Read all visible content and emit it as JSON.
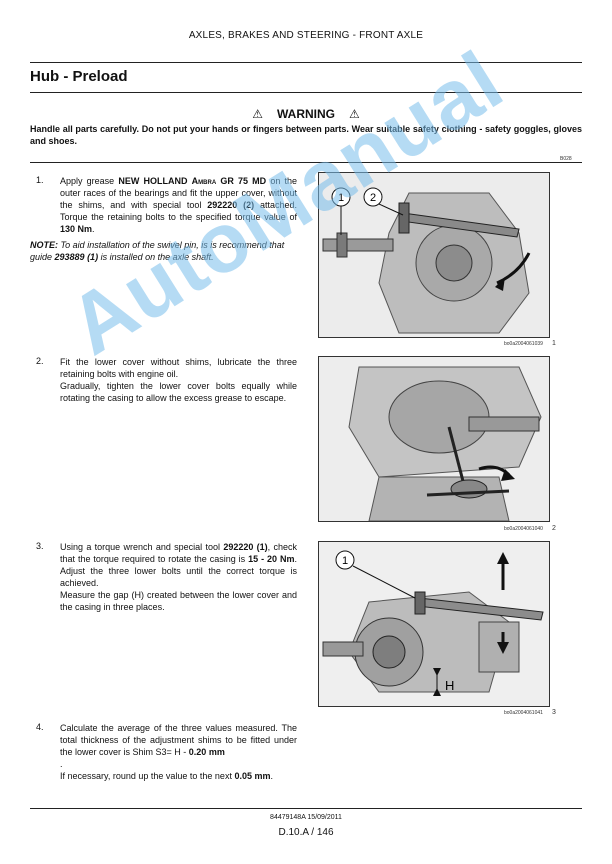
{
  "header": {
    "section": "AXLES, BRAKES AND STEERING - FRONT AXLE"
  },
  "page_title": "Hub - Preload",
  "warning": {
    "label": "WARNING",
    "text": "Handle all parts carefully.  Do not put your hands or fingers between parts.  Wear suitable safety clothing - safety goggles, gloves and shoes.",
    "code": "B028"
  },
  "steps": [
    {
      "num": "1.",
      "parts": [
        {
          "t": "Apply grease "
        },
        {
          "t": "NEW HOLLAND ",
          "b": true
        },
        {
          "t": "Ambra",
          "b": true,
          "sc": true
        },
        {
          "t": " GR 75 MD",
          "b": true
        },
        {
          "t": " on the outer races of the bearings and fit the upper cover, without the shims, and with special tool "
        },
        {
          "t": "292220 (2)",
          "b": true
        },
        {
          "t": " attached.  Torque the retaining bolts to the specified torque value of "
        },
        {
          "t": "130 Nm",
          "b": true
        },
        {
          "t": "."
        }
      ]
    },
    {
      "num": "2.",
      "parts": [
        {
          "t": "Fit the lower cover without shims, lubricate the three retaining bolts with engine oil."
        },
        {
          "br": true
        },
        {
          "t": "Gradually, tighten the lower cover bolts equally while rotating the casing to allow the excess grease to escape."
        }
      ]
    },
    {
      "num": "3.",
      "parts": [
        {
          "t": "Using a torque wrench and special tool "
        },
        {
          "t": "292220 (1)",
          "b": true
        },
        {
          "t": ", check that the torque required to rotate the casing is "
        },
        {
          "t": "15 - 20 Nm",
          "b": true
        },
        {
          "t": ".  Adjust the three lower bolts until the correct torque is achieved."
        },
        {
          "br": true
        },
        {
          "t": "Measure the gap (H) created between the lower cover and the casing in three places."
        }
      ]
    },
    {
      "num": "4.",
      "parts": [
        {
          "t": "Calculate the average of the three values measured. The total thickness of the adjustment shims to be fitted under the lower cover is Shim S3= H - "
        },
        {
          "t": "0.20 mm",
          "b": true
        },
        {
          "br": true
        },
        {
          "t": "."
        },
        {
          "br": true
        },
        {
          "t": "If necessary, round up the value to the next "
        },
        {
          "t": "0.05 mm",
          "b": true
        },
        {
          "t": "."
        }
      ]
    }
  ],
  "note": {
    "parts": [
      {
        "t": "NOTE:",
        "b": true
      },
      {
        "t": " To aid installation of the swivel pin, is is recommend that guide "
      },
      {
        "t": "293889 (1)",
        "b": true
      },
      {
        "t": " is installed on the axle shaft."
      }
    ]
  },
  "figures": [
    {
      "caption": "bo0a2004061039",
      "index": "1",
      "callouts": [
        "1",
        "2"
      ]
    },
    {
      "caption": "bo0a2004061040",
      "index": "2",
      "callouts": []
    },
    {
      "caption": "bo0a2004061041",
      "index": "3",
      "callouts": [
        "1",
        "H"
      ]
    }
  ],
  "watermark": "AutoManual",
  "footer": {
    "doc_ref": "84479148A 15/09/2011",
    "page": "D.10.A / 146"
  }
}
